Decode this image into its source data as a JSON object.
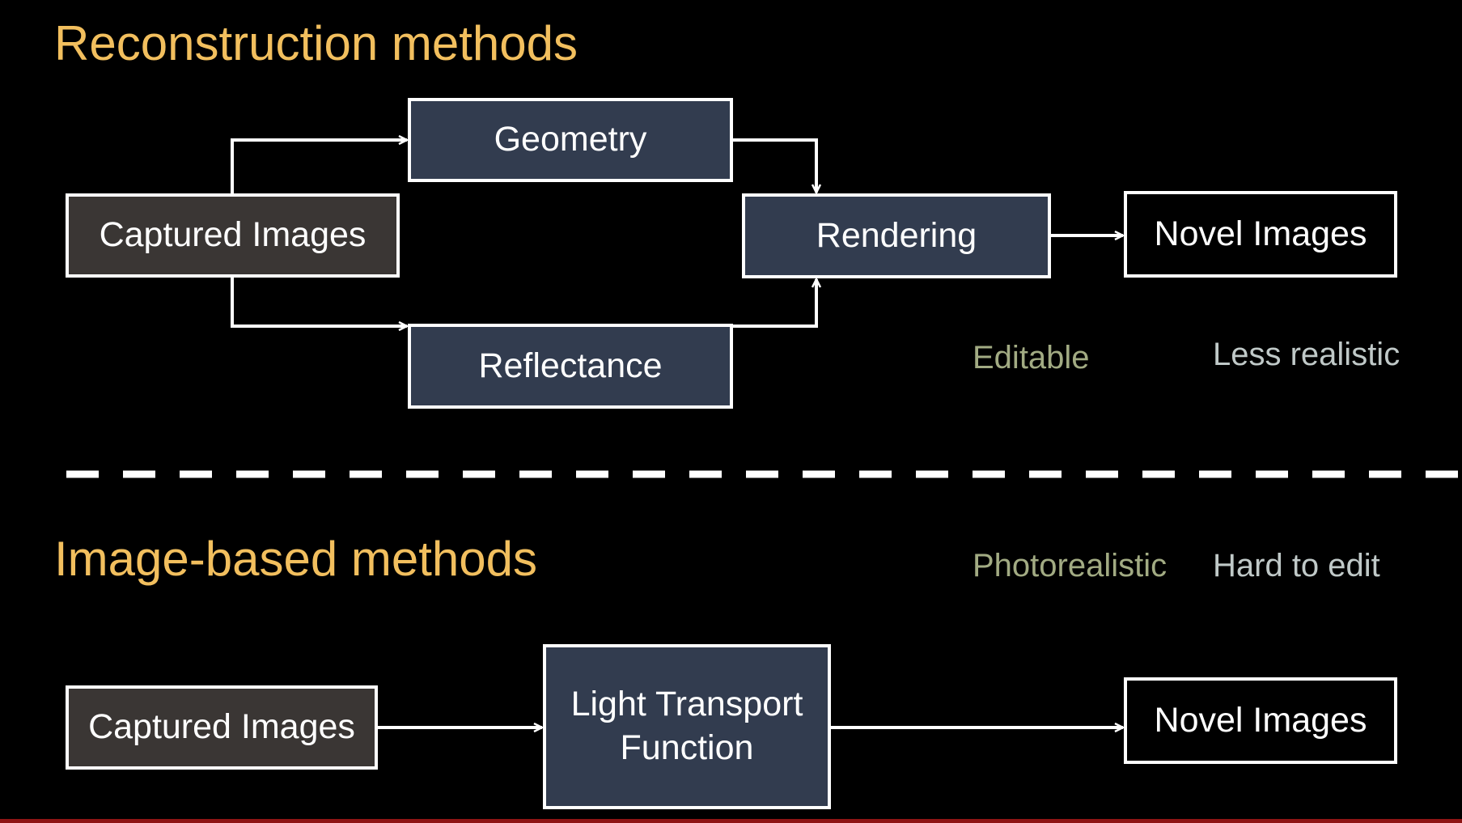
{
  "top": {
    "heading": "Reconstruction methods",
    "boxes": {
      "captured": "Captured Images",
      "geometry": "Geometry",
      "reflectance": "Reflectance",
      "rendering": "Rendering",
      "novel": "Novel Images"
    },
    "notes": {
      "pro": "Editable",
      "con": "Less realistic"
    }
  },
  "bottom": {
    "heading": "Image-based methods",
    "boxes": {
      "captured": "Captured Images",
      "transport_line1": "Light Transport",
      "transport_line2": "Function",
      "novel": "Novel Images"
    },
    "notes": {
      "pro": "Photorealistic",
      "con": "Hard to edit"
    }
  },
  "colors": {
    "heading": "#f2bf5e",
    "box_captured": "#3a3634",
    "box_process": "#323c4f",
    "box_output": "#000000",
    "note_pro": "#a2ab83",
    "note_con": "#c0c9c8",
    "lines": "#ffffff"
  }
}
